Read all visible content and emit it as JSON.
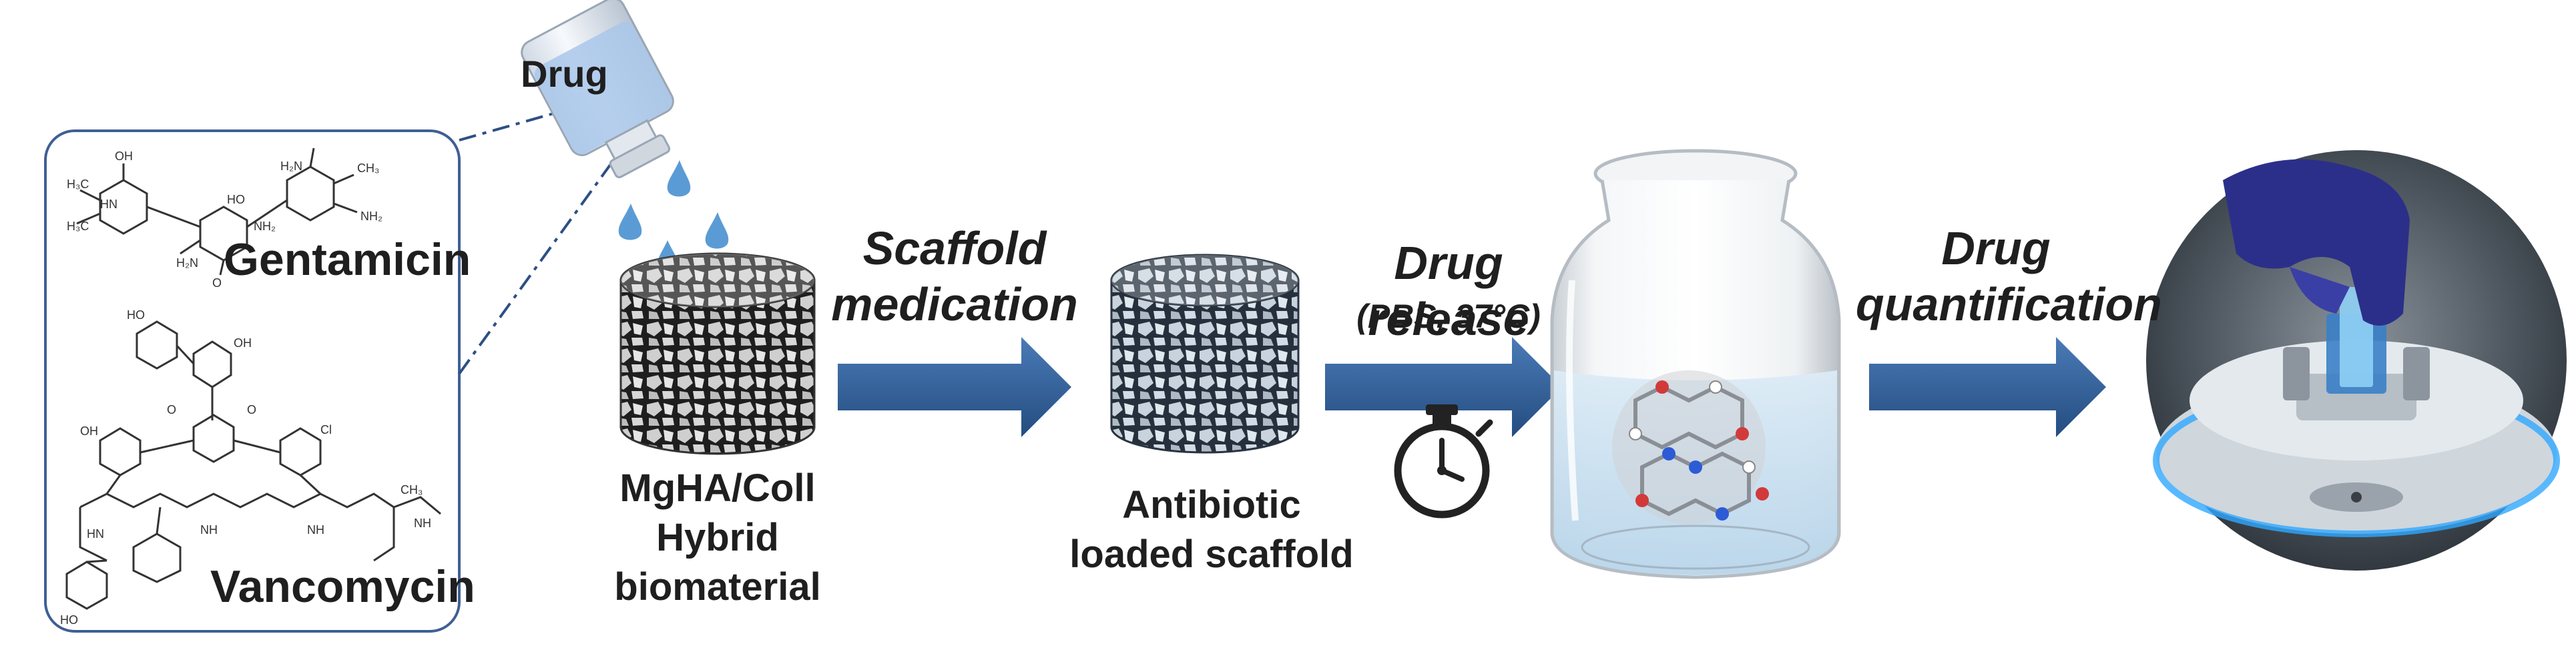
{
  "drugs": {
    "vial_label": "Drug",
    "gentamicin": "Gentamicin",
    "vancomycin": "Vancomycin"
  },
  "steps": {
    "biomaterial": [
      "MgHA/Coll",
      "Hybrid",
      "biomaterial"
    ],
    "loaded": [
      "Antibiotic",
      "loaded scaffold"
    ]
  },
  "arrows": {
    "medication": [
      "Scaffold",
      "medication"
    ],
    "release": "Drug release",
    "release_cond": "(PBS, 37°C)",
    "quant": [
      "Drug",
      "quantification"
    ]
  },
  "colors": {
    "arrow": "#2e5f9a",
    "panel_border": "#3f5f93",
    "drop": "#5b9bd5",
    "liquid": "#cfe3f1"
  },
  "icons": [
    "drug-vial-icon",
    "stopwatch-icon",
    "spectrophotometer-icon",
    "glass-jar-icon"
  ]
}
